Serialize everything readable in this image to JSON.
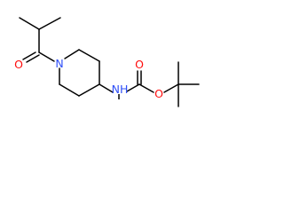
{
  "structure": {
    "atoms": {
      "amide_oxygen": "O",
      "ring_nitrogen": "N",
      "carbamate_nitrogen": "NH",
      "carbonyl_oxygen": "O",
      "ether_oxygen": "O"
    },
    "colors": {
      "bond": "#000000",
      "nitrogen": "#3050f8",
      "oxygen": "#ff0d0d",
      "hydrogen": "#000000"
    }
  }
}
